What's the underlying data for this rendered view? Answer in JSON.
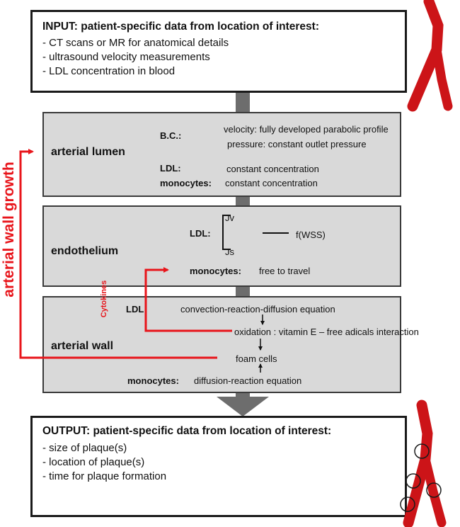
{
  "input": {
    "title": "INPUT: patient-specific data from location of interest:",
    "items": [
      "- CT scans or MR for anatomical details",
      "- ultrasound velocity measurements",
      "- LDL concentration in blood"
    ]
  },
  "lumen": {
    "label": "arterial lumen",
    "bc_label": "B.C.:",
    "velocity": "velocity: fully developed parabolic profile",
    "pressure": "pressure: constant outlet pressure",
    "ldl_label": "LDL:",
    "ldl_value": "constant concentration",
    "mono_label": "monocytes:",
    "mono_value": "constant concentration"
  },
  "endothelium": {
    "label": "endothelium",
    "ldl_label": "LDL:",
    "jv": "Jv",
    "js": "Js",
    "fwss": "f(WSS)",
    "mono_label": "monocytes:",
    "mono_value": "free to travel"
  },
  "wall": {
    "label": "arterial wall",
    "ldl_label": "LDL:",
    "ldl_eq": "convection-reaction-diffusion equation",
    "oxidation": "oxidation : vitamin E –  free  adicals interaction",
    "foam": "foam cells",
    "mono_label": "monocytes:",
    "mono_eq": "diffusion-reaction equation"
  },
  "side": {
    "growth": "arterial wall growth",
    "cytokines": "Cytokines"
  },
  "output": {
    "title": "OUTPUT: patient-specific data from location of interest:",
    "items": [
      "- size of plaque(s)",
      "- location of plaque(s)",
      "- time for plaque formation"
    ]
  },
  "colors": {
    "accent_red": "#e8151b",
    "vessel_red": "#cc1418",
    "panel_gray": "#d9d9d9",
    "connector_gray": "#6d6d6d"
  }
}
